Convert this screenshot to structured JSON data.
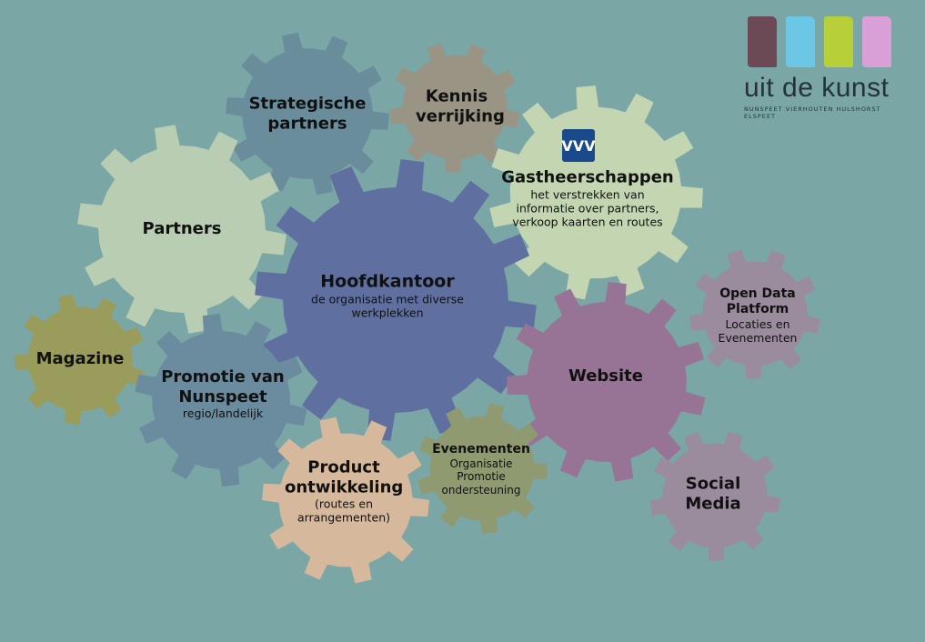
{
  "logo": {
    "brand": "uit de kunst",
    "places": "NUNSPEET VIERHOUTEN HULSHORST ELSPEET",
    "bar_colors": [
      "#6b4a55",
      "#6cc6e6",
      "#b7d03a",
      "#d8a0d6"
    ]
  },
  "colors": {
    "background": "#7aa6a6"
  },
  "gears": {
    "strategische": {
      "title": "Strategische partners",
      "color": "#6a8d9c"
    },
    "kennis": {
      "title": "Kennis verrijking",
      "color": "#9a9484"
    },
    "partners": {
      "title": "Partners",
      "color": "#b9cdb2"
    },
    "gastheer": {
      "title": "Gastheerschappen",
      "subtitle": "het verstrekken van informatie over partners, verkoop kaarten en routes",
      "icon": "vvv-logo-icon",
      "color": "#c3d6b1"
    },
    "hoofdkantoor": {
      "title": "Hoofdkantoor",
      "subtitle": "de organisatie met diverse werkplekken",
      "color": "#5f70a0"
    },
    "magazine": {
      "title": "Magazine",
      "color": "#9a9c5c"
    },
    "promotie": {
      "title": "Promotie van Nunspeet",
      "subtitle": "regio/landelijk",
      "color": "#6a8c9e"
    },
    "product": {
      "title": "Product ontwikkeling",
      "subtitle": "(routes en arrangementen)",
      "color": "#d6b99d"
    },
    "evenementen": {
      "title": "Evenementen",
      "subtitle": "Organisatie Promotie ondersteuning",
      "color": "#8f9a70"
    },
    "website": {
      "title": "Website",
      "color": "#977495"
    },
    "opendata": {
      "title": "Open Data Platform",
      "subtitle": "Locaties en Evenementen",
      "color": "#9a8b9d"
    },
    "social": {
      "title": "Social Media",
      "color": "#9a8b9d"
    }
  }
}
